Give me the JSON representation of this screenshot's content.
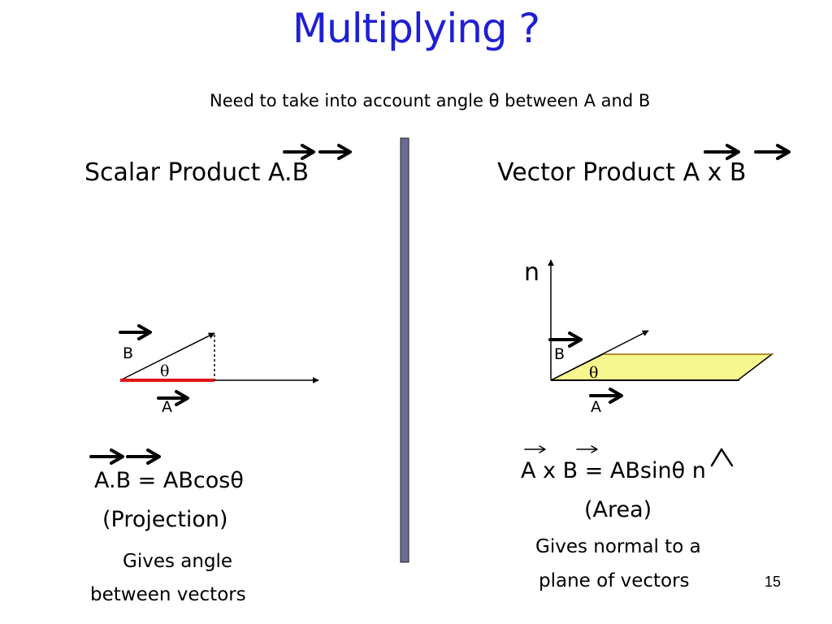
{
  "slide": {
    "title": "Multiplying ?",
    "subtitle": "Need to take into account angle θ between A and B",
    "slide_number": "15",
    "colors": {
      "title": "#1f1fd6",
      "divider": "#6b6b96",
      "projection": "#e01515",
      "plane": "#f7f78f",
      "plane_edge": "#e0a000"
    }
  },
  "scalar": {
    "heading": "Scalar Product A.B",
    "label_b": "B",
    "label_a": "A",
    "angle": "θ",
    "formula": "A.B = ABcosθ",
    "meaning": "(Projection)",
    "note_line1": "Gives angle",
    "note_line2": "between vectors"
  },
  "vector": {
    "heading": "Vector Product A x B",
    "label_n": "n",
    "label_b": "B",
    "label_a": "A",
    "angle": "θ",
    "formula": "A x B = ABsinθ n",
    "meaning": "(Area)",
    "note_line1": "Gives normal to a",
    "note_line2": "plane of vectors"
  }
}
